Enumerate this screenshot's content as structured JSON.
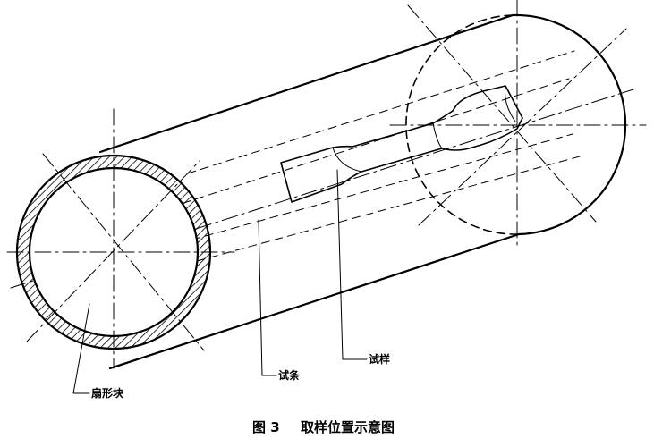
{
  "labels": {
    "sector": "扇形块",
    "strip": "试条",
    "specimen": "试样"
  },
  "caption": {
    "figure": "图 3",
    "title": "取样位置示意图"
  }
}
